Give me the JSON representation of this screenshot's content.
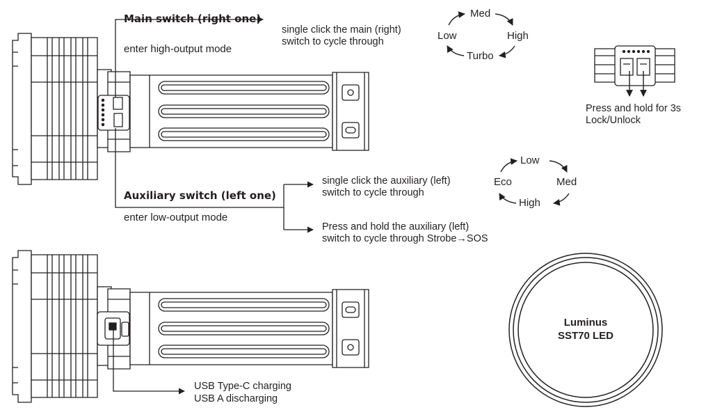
{
  "main_switch": {
    "title": "Main switch (right one)",
    "subtitle": "enter high-output mode",
    "click_desc_1": "single click the main (right)",
    "click_desc_2": "switch to cycle through",
    "cycle": [
      "Med",
      "High",
      "Turbo",
      "Low"
    ]
  },
  "lock": {
    "line1": "Press and hold for 3s",
    "line2": "Lock/Unlock"
  },
  "aux_switch": {
    "title": "Auxiliary switch (left one)",
    "subtitle": "enter low-output mode",
    "click_desc_1": "single click the auxiliary (left)",
    "click_desc_2": "switch to cycle through",
    "hold_desc_1": "Press and hold the auxiliary (left)",
    "hold_desc_2": "switch to cycle through Strobe→SOS",
    "cycle": [
      "Low",
      "Med",
      "High",
      "Eco"
    ]
  },
  "usb": {
    "line1": "USB Type-C charging",
    "line2": "USB A discharging"
  },
  "led": {
    "line1": "Luminus",
    "line2": "SST70 LED"
  },
  "colors": {
    "ink": "#231f20",
    "fill": "#ffffff"
  }
}
